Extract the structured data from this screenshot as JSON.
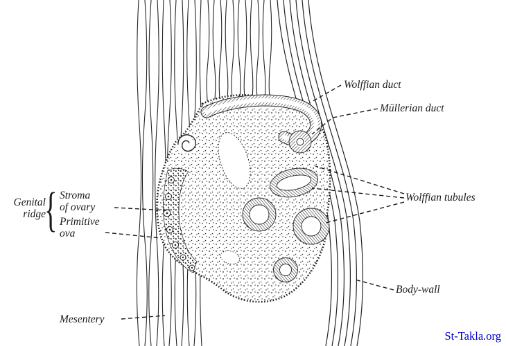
{
  "figure": {
    "labels": {
      "wolffian_duct": "Wolffian duct",
      "mullerian_duct": "Müllerian duct",
      "wolffian_tubules": "Wolffian tubules",
      "genital_ridge": "Genital\nridge",
      "stroma_of_ovary": "Stroma\nof ovary",
      "primitive_ova": "Primitive\nova",
      "mesentery": "Mesentery",
      "body_wall": "Body-wall",
      "brace": "{"
    },
    "watermark": {
      "text": "St-Takla.org",
      "color": "#0000cc"
    },
    "colors": {
      "ink": "#1a1a1a",
      "background": "#ffffff"
    }
  }
}
